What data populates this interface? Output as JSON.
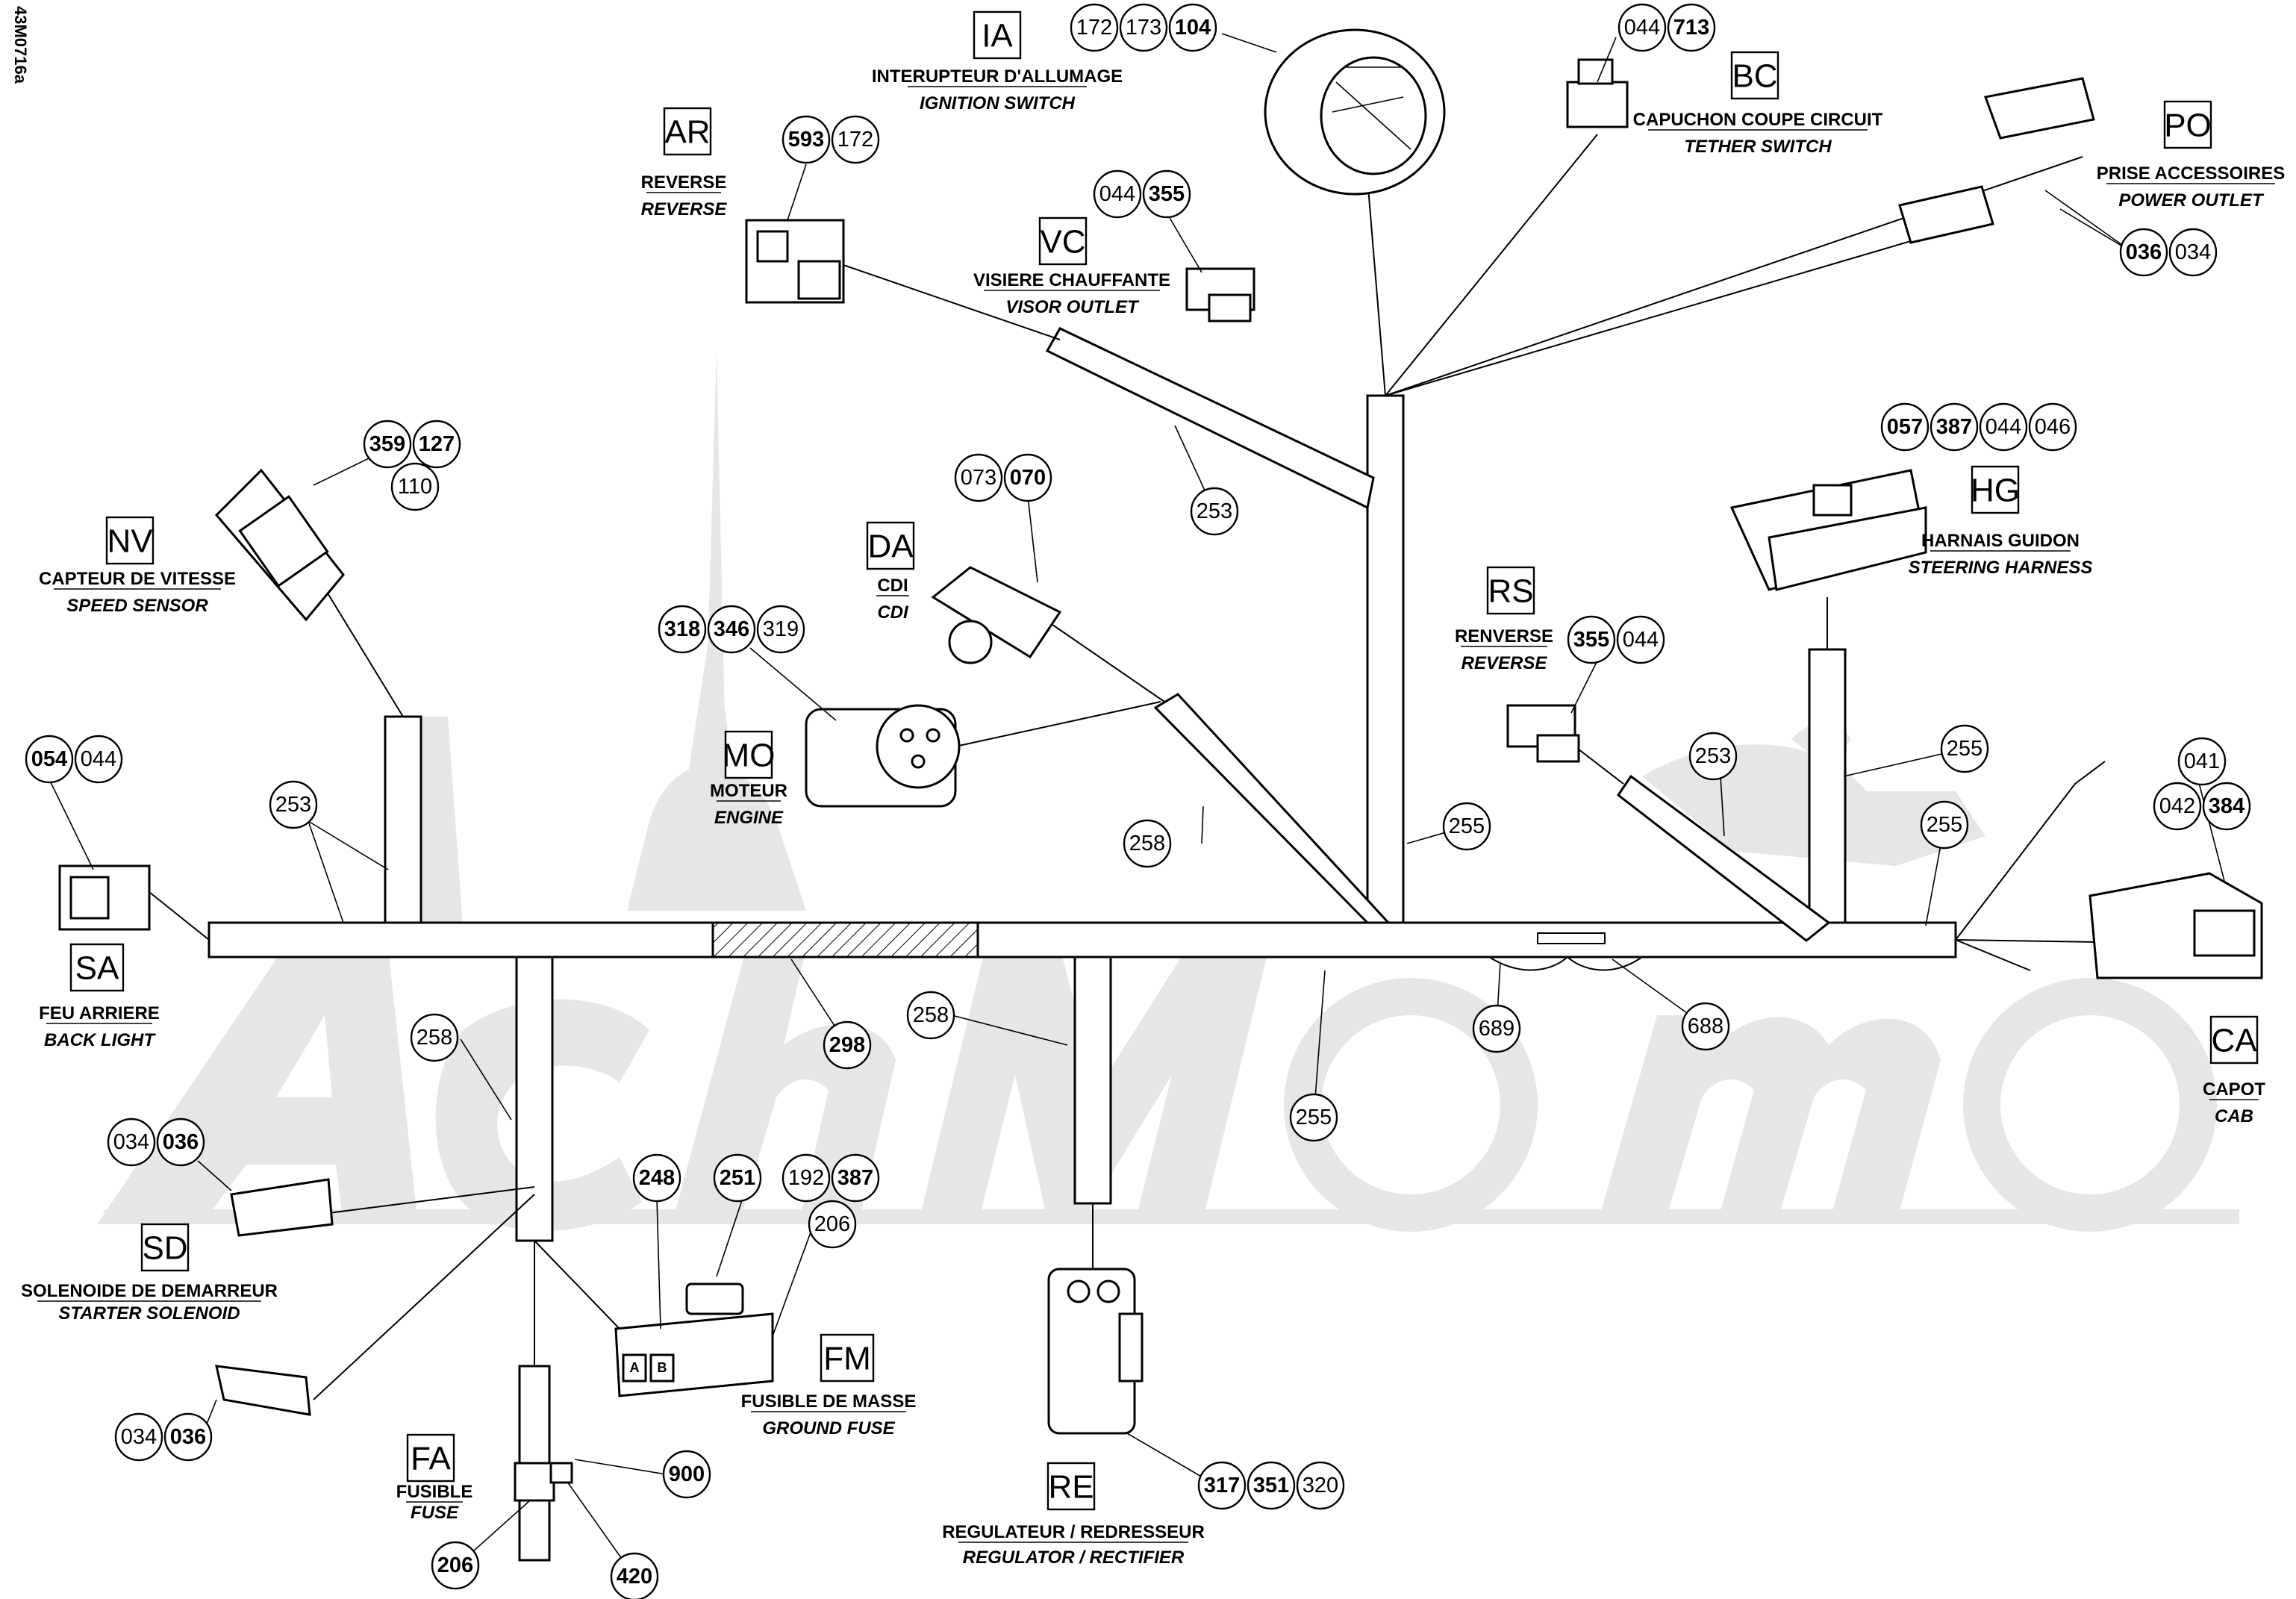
{
  "drawing_ref": "43M0716a",
  "callouts": {
    "ia_172": "172",
    "ia_173": "173",
    "ia_104": "104",
    "bc_044": "044",
    "bc_713": "713",
    "ar_593": "593",
    "ar_172": "172",
    "vc_044": "044",
    "vc_355": "355",
    "po_036": "036",
    "po_034": "034",
    "nv_359": "359",
    "nv_127": "127",
    "nv_110": "110",
    "da_073": "073",
    "da_070": "070",
    "mo_318": "318",
    "mo_346": "346",
    "mo_319": "319",
    "hg_057": "057",
    "hg_387": "387",
    "hg_044": "044",
    "hg_046": "046",
    "rs_355": "355",
    "rs_044": "044",
    "sa_054": "054",
    "sa_044": "044",
    "ca_041": "041",
    "ca_042": "042",
    "ca_384": "384",
    "t253_a": "253",
    "t253_b": "253",
    "t253_c": "253",
    "t255_a": "255",
    "t255_b": "255",
    "t255_c": "255",
    "t255_d": "255",
    "t258_a": "258",
    "t258_b": "258",
    "t258_c": "258",
    "t298": "298",
    "t689": "689",
    "t688": "688",
    "sd_034a": "034",
    "sd_036a": "036",
    "sd_034b": "034",
    "sd_036b": "036",
    "fm_248": "248",
    "fm_251": "251",
    "fm_192": "192",
    "fm_387": "387",
    "fm_206": "206",
    "fa_900": "900",
    "fa_206": "206",
    "fa_420": "420",
    "re_317": "317",
    "re_351": "351",
    "re_320": "320"
  },
  "components": {
    "ia": {
      "code": "IA",
      "fr": "INTERUPTEUR D'ALLUMAGE",
      "en": "IGNITION SWITCH"
    },
    "bc": {
      "code": "BC",
      "fr": "CAPUCHON COUPE CIRCUIT",
      "en": "TETHER SWITCH"
    },
    "ar": {
      "code": "AR",
      "fr": "REVERSE",
      "en": "REVERSE"
    },
    "vc": {
      "code": "VC",
      "fr": "VISIERE CHAUFFANTE",
      "en": "VISOR OUTLET"
    },
    "po": {
      "code": "PO",
      "fr": "PRISE ACCESSOIRES",
      "en": "POWER OUTLET"
    },
    "nv": {
      "code": "NV",
      "fr": "CAPTEUR DE VITESSE",
      "en": "SPEED SENSOR"
    },
    "da": {
      "code": "DA",
      "fr": "CDI",
      "en": "CDI"
    },
    "mo": {
      "code": "MO",
      "fr": "MOTEUR",
      "en": "ENGINE"
    },
    "hg": {
      "code": "HG",
      "fr": "HARNAIS GUIDON",
      "en": "STEERING HARNESS"
    },
    "rs": {
      "code": "RS",
      "fr": "RENVERSE",
      "en": "REVERSE"
    },
    "sa": {
      "code": "SA",
      "fr": "FEU ARRIERE",
      "en": "BACK LIGHT"
    },
    "ca": {
      "code": "CA",
      "fr": "CAPOT",
      "en": "CAB"
    },
    "sd": {
      "code": "SD",
      "fr": "SOLENOIDE DE DEMARREUR",
      "en": "STARTER SOLENOID"
    },
    "fm": {
      "code": "FM",
      "fr": "FUSIBLE DE MASSE",
      "en": "GROUND FUSE"
    },
    "fa": {
      "code": "FA",
      "fr": "FUSIBLE",
      "en": "FUSE"
    },
    "re": {
      "code": "RE",
      "fr": "REGULATEUR / REDRESSEUR",
      "en": "REGULATOR / RECTIFIER"
    }
  },
  "fuse_block_labels": {
    "a": "A",
    "b": "B"
  }
}
